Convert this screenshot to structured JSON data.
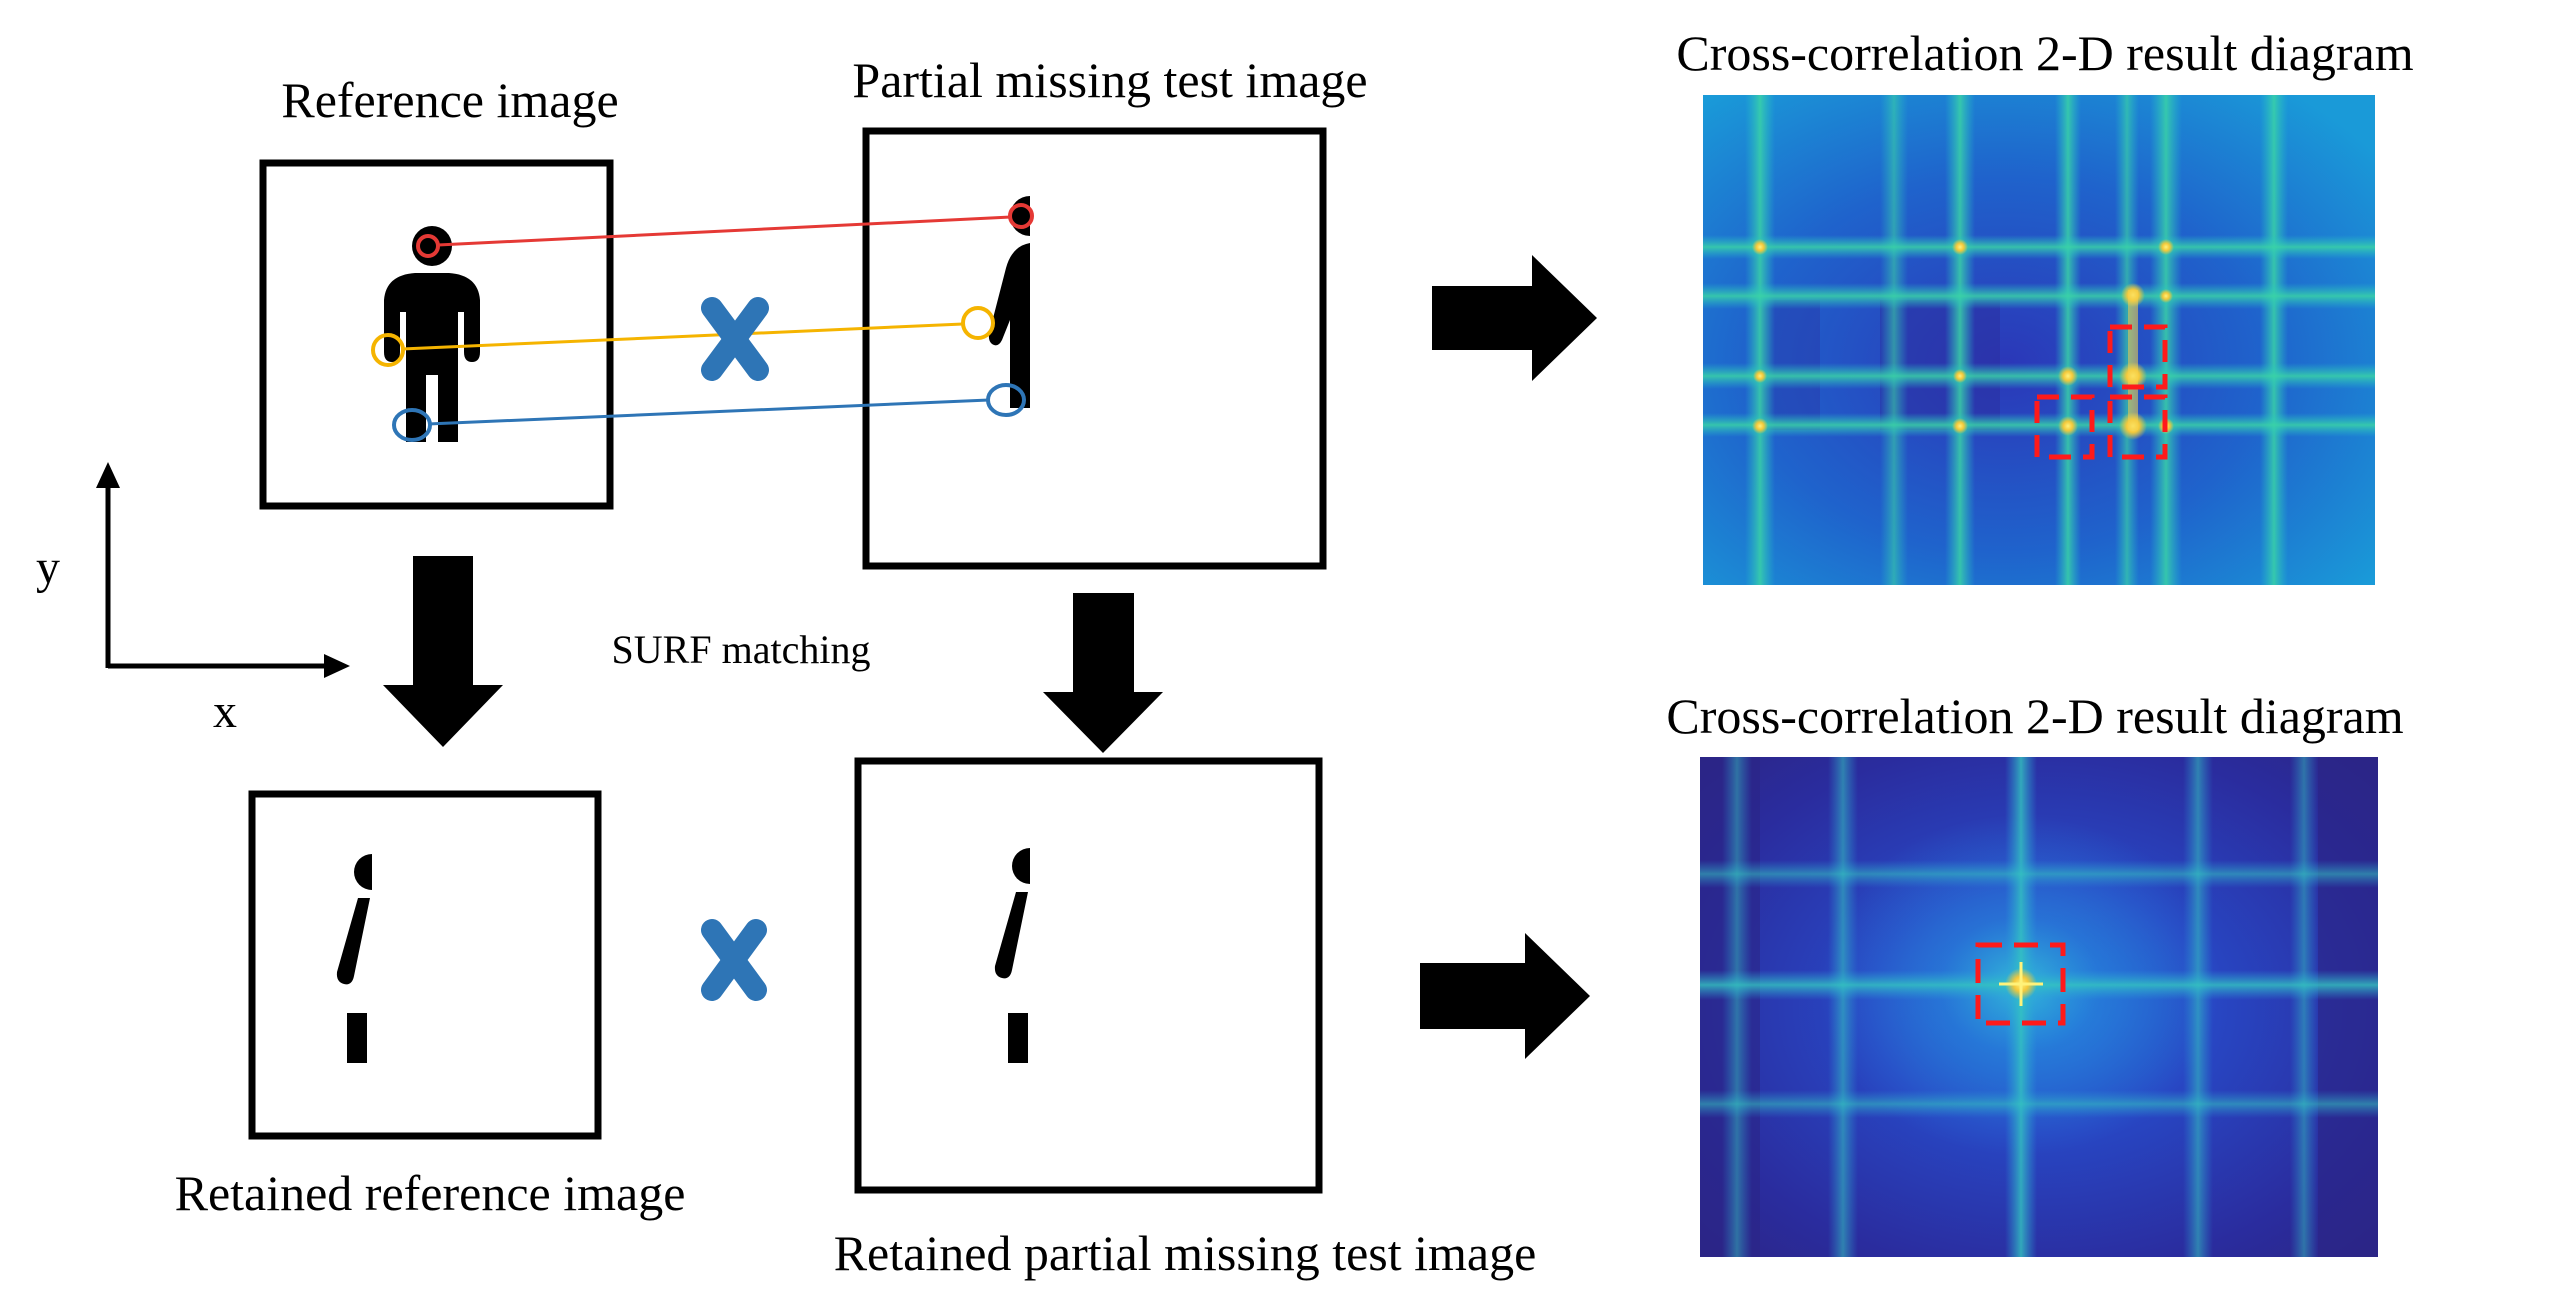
{
  "labels": {
    "reference_image": "Reference image",
    "partial_missing_test_image": "Partial missing test image",
    "cross_correlation_top": "Cross-correlation 2-D result diagram",
    "cross_correlation_bottom": "Cross-correlation 2-D result diagram",
    "surf_matching": "SURF matching",
    "retained_reference_image": "Retained reference image",
    "retained_partial_missing_test_image": "Retained partial missing test image",
    "axis_x": "x",
    "axis_y": "y"
  },
  "colors": {
    "match_red": "#e53935",
    "match_yellow": "#f5b400",
    "match_blue": "#2e75b6",
    "cross_blue": "#2e75b6",
    "marker_red": "#ff1a1a",
    "heatmap_top_bg": "#1f8fd6",
    "heatmap_bottom_bg": "#2a2fa8"
  },
  "icons": [
    "person-icon",
    "multiply-icon",
    "arrow-right-icon",
    "arrow-down-icon"
  ]
}
